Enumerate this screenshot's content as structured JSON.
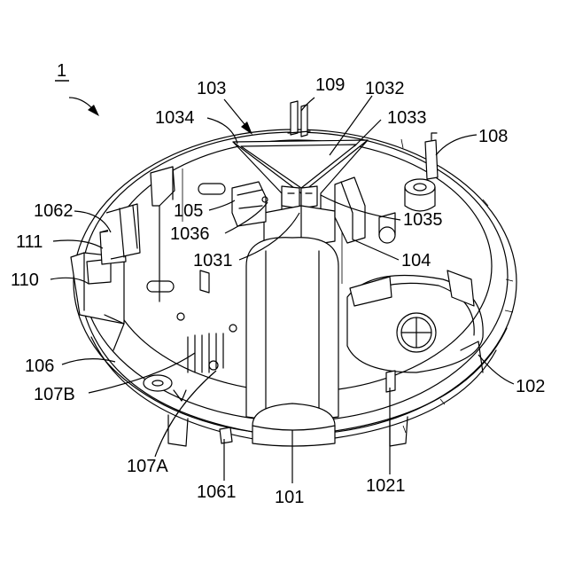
{
  "figure": {
    "main_ref": "1",
    "labels": {
      "l101": "101",
      "l102": "102",
      "l103": "103",
      "l104": "104",
      "l105": "105",
      "l106": "106",
      "l107A": "107A",
      "l107B": "107B",
      "l108": "108",
      "l109": "109",
      "l110": "110",
      "l111": "111",
      "l1021": "1021",
      "l1031": "1031",
      "l1032": "1032",
      "l1033": "1033",
      "l1034": "1034",
      "l1035": "1035",
      "l1036": "1036",
      "l1061": "1061",
      "l1062": "1062"
    }
  }
}
